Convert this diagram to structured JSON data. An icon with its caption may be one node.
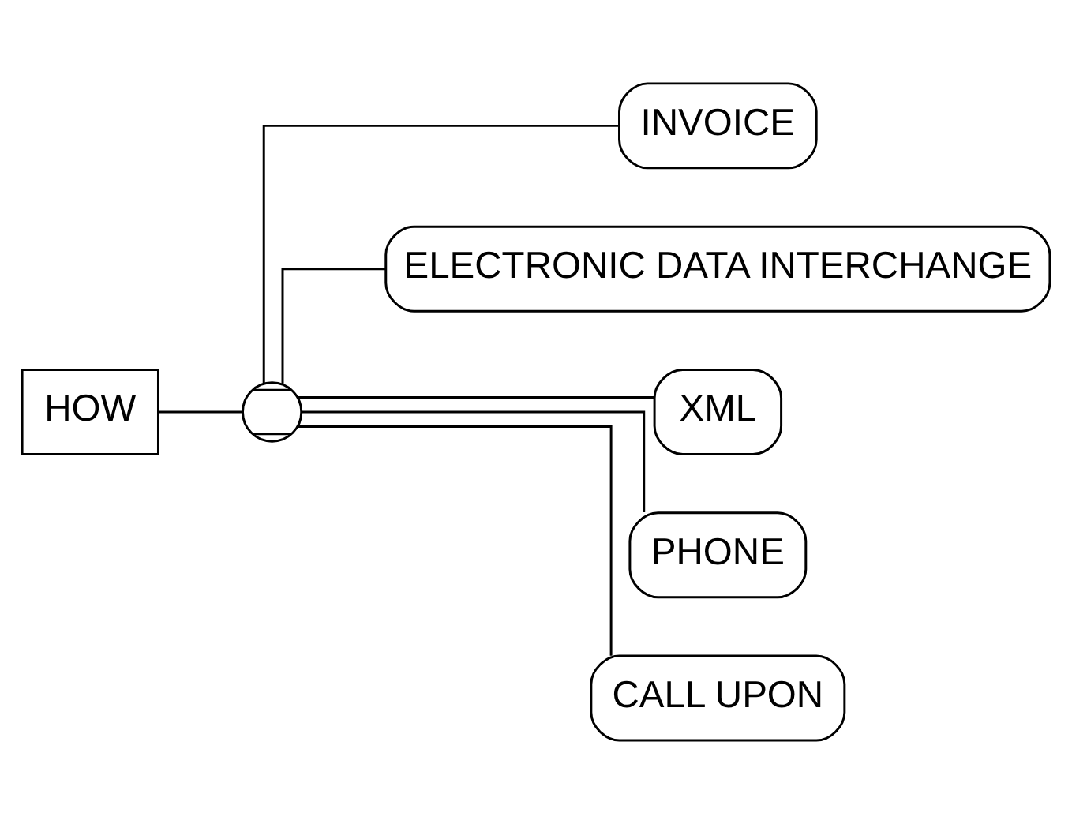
{
  "diagram": {
    "nodes": [
      {
        "text": [
          "HOW"
        ]
      },
      {
        "text": [],
        "shape": "semicircle"
      },
      {
        "text": [
          "INVOICE"
        ]
      },
      {
        "text": [
          "ELECTRONIC DATA INTERCHANGE"
        ]
      },
      {
        "text": [
          "XML"
        ]
      },
      {
        "text": [
          "PHONE"
        ]
      },
      {
        "text": [
          "CALL UPON"
        ]
      }
    ],
    "edges": [
      {
        "from": 0,
        "to": 1,
        "arrow": "none"
      },
      {
        "from": 1,
        "to": 2,
        "arrow": "none"
      },
      {
        "from": 1,
        "to": 3,
        "arrow": "none"
      },
      {
        "from": 1,
        "to": 4,
        "arrow": "none"
      },
      {
        "from": 1,
        "to": 5,
        "arrow": "none"
      },
      {
        "from": 1,
        "to": 6,
        "arrow": "none"
      }
    ]
  }
}
